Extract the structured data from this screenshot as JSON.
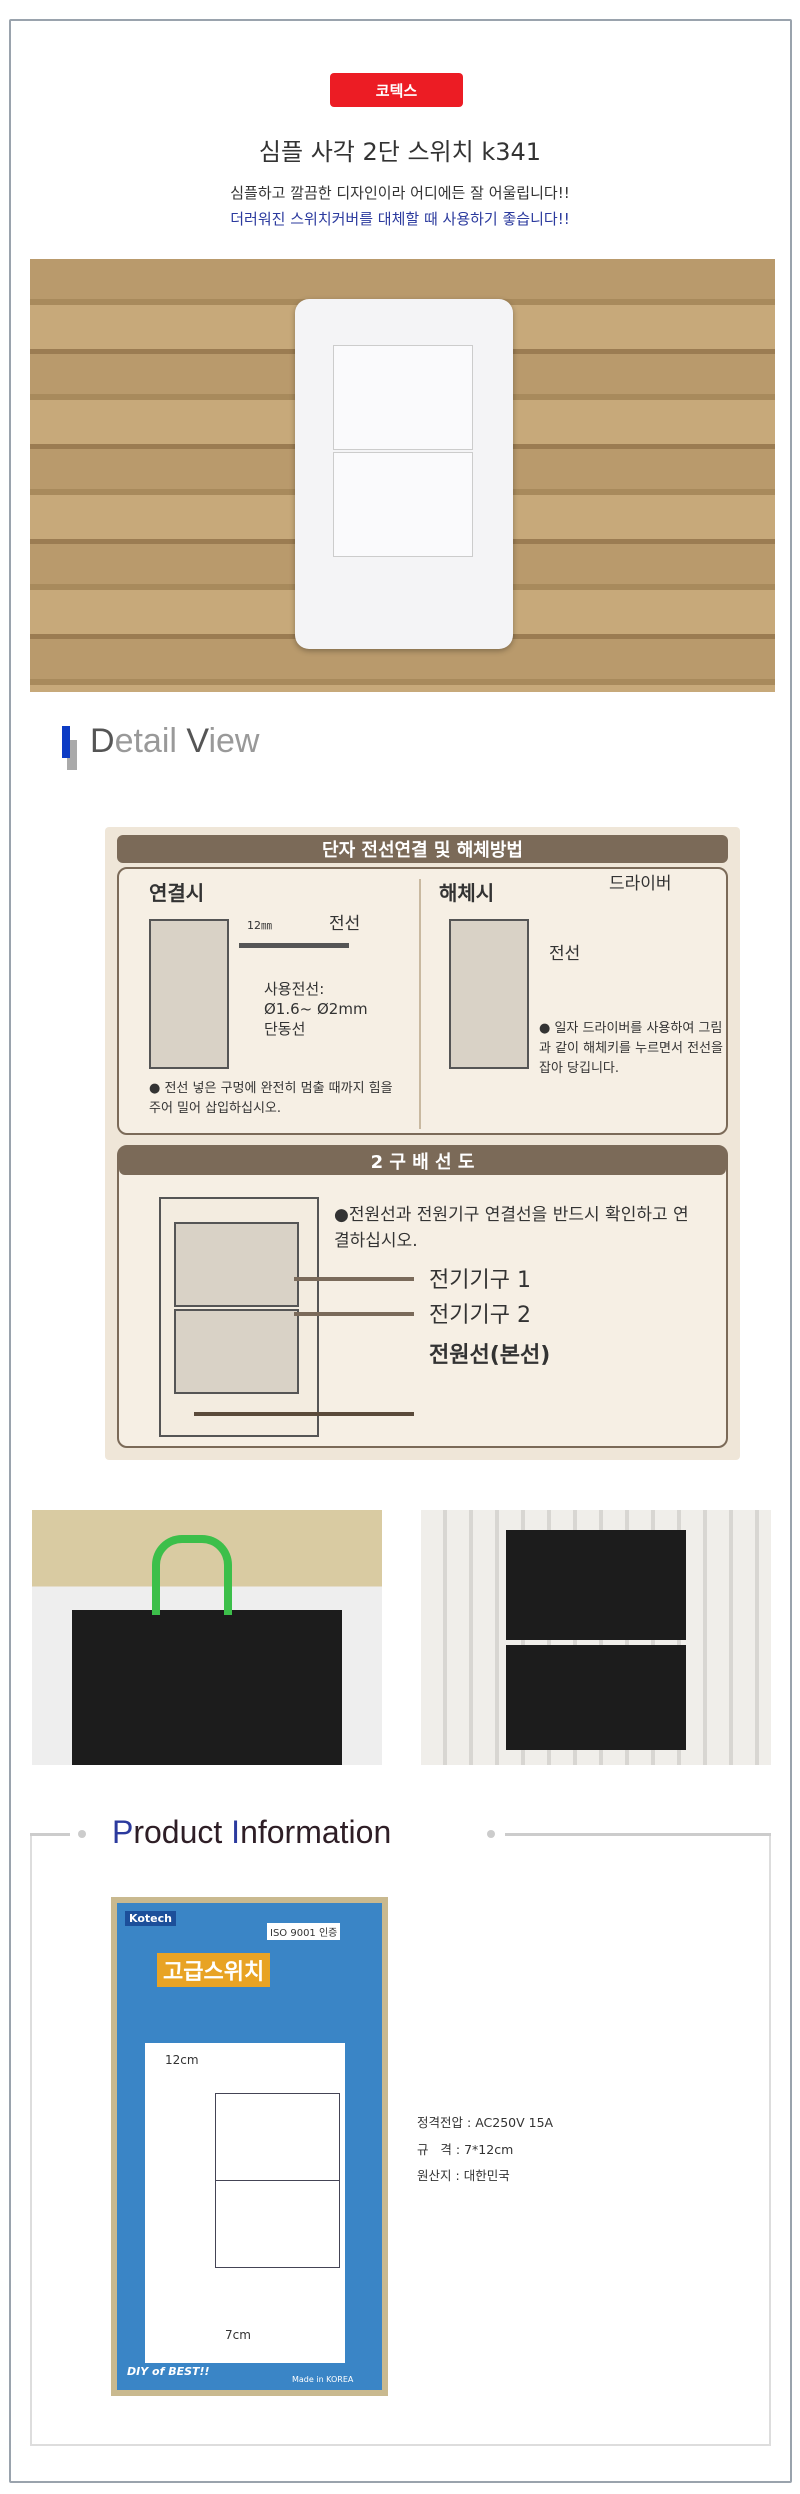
{
  "brand_badge": "코텍스",
  "title": "심플 사각 2단 스위치 k341",
  "subtitle_1": "심플하고 깔끔한 디자인이라 어디에든 잘 어울립니다!!",
  "subtitle_2": "더러워진 스위치커버를 대체할 때 사용하기 좋습니다!!",
  "detail_view": {
    "first": "D",
    "rest1": "etail ",
    "second": "V",
    "rest2": "iew"
  },
  "diagram": {
    "header_1": "단자 전선연결 및 해체방법",
    "connect_title": "연결시",
    "dimension": "12㎜",
    "wire_label": "전선",
    "wire_spec": "사용전선:\nØ1.6~ Ø2mm\n단동선",
    "connect_note": "● 전선 넣은 구멍에 완전히 멈출 때까지 힘을 주어 밀어 삽입하십시오.",
    "disconnect_title": "해체시",
    "driver_label": "드라이버",
    "wire_label_2": "전선",
    "disconnect_note": "● 일자 드라이버를 사용하여 그림과 같이 해체키를 누르면서 전선을 잡아 당깁니다.",
    "header_2": "2 구 배 선 도",
    "wiring_note": "●전원선과 전원기구 연결선을 반드시 확인하고 연결하십시오.",
    "device_1": "전기기구 1",
    "device_2": "전기기구 2",
    "power_line": "전원선(본선)"
  },
  "product_info": {
    "first": "P",
    "rest1": "roduct ",
    "second": "I",
    "rest2": "nformation"
  },
  "package": {
    "brand": "Kotech",
    "iso": "ISO 9001 인증",
    "name": "고급스위치",
    "height": "12cm",
    "width": "7cm",
    "slogan": "DIY of BEST!!",
    "made": "Made in KOREA"
  },
  "specs": [
    {
      "label": "정격전압",
      "value": "AC250V 15A"
    },
    {
      "label": "규   격",
      "value": "7*12cm"
    },
    {
      "label": "원산지",
      "value": "대한민국"
    }
  ]
}
